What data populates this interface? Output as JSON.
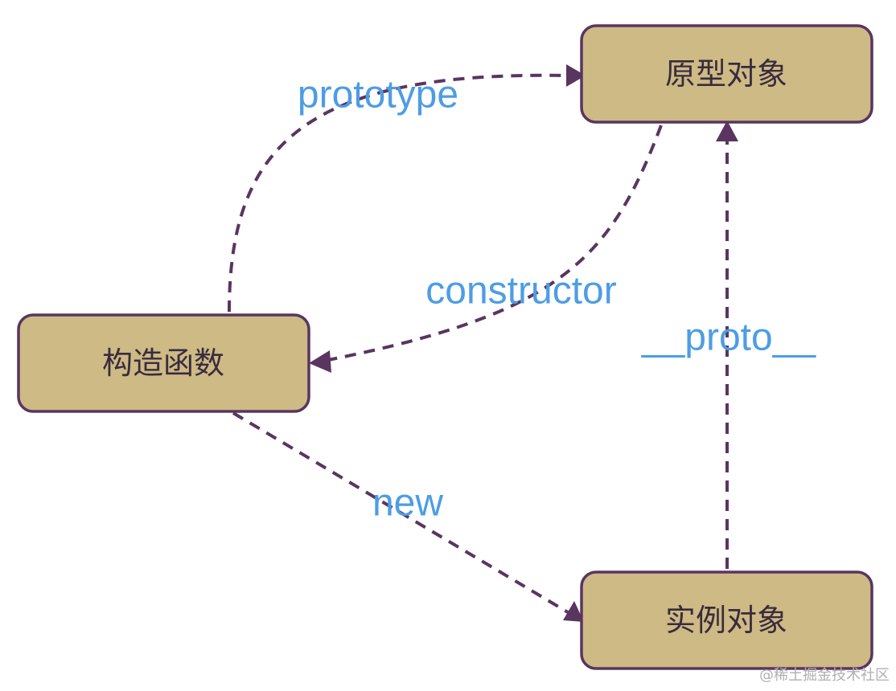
{
  "nodes": {
    "prototype_object": "原型对象",
    "constructor_function": "构造函数",
    "instance_object": "实例对象"
  },
  "edges": {
    "prototype": "prototype",
    "constructor": "constructor",
    "proto": "__proto__",
    "new": "new"
  },
  "watermark": "@稀土掘金技术社区",
  "colors": {
    "node_fill": "#cdba84",
    "node_border": "#5a3560",
    "edge": "#5a3560",
    "edge_label": "#4d9de4"
  }
}
